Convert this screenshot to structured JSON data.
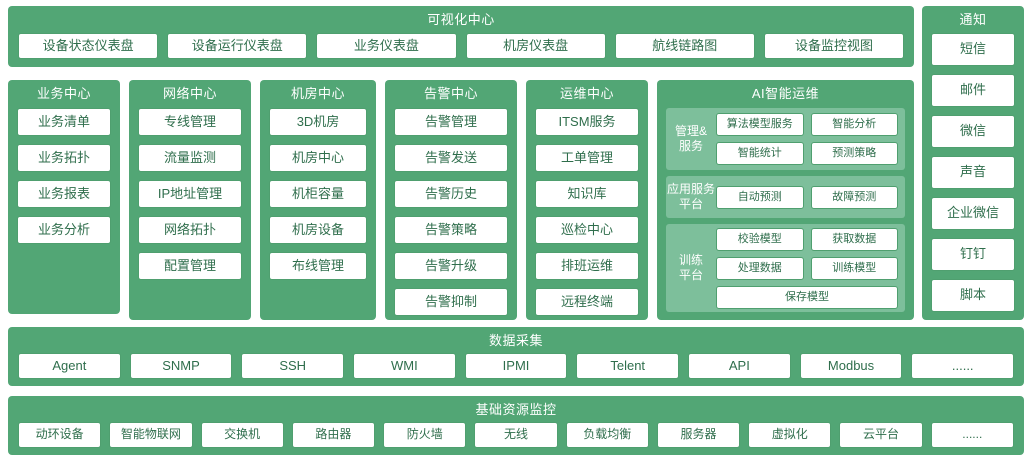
{
  "visualization_center": {
    "title": "可视化中心",
    "items": [
      "设备状态仪表盘",
      "设备运行仪表盘",
      "业务仪表盘",
      "机房仪表盘",
      "航线链路图",
      "设备监控视图"
    ]
  },
  "notification": {
    "title": "通知",
    "items": [
      "短信",
      "邮件",
      "微信",
      "声音",
      "企业微信",
      "钉钉",
      "脚本"
    ]
  },
  "centers": [
    {
      "title": "业务中心",
      "items": [
        "业务清单",
        "业务拓扑",
        "业务报表",
        "业务分析"
      ]
    },
    {
      "title": "网络中心",
      "items": [
        "专线管理",
        "流量监测",
        "IP地址管理",
        "网络拓扑",
        "配置管理"
      ]
    },
    {
      "title": "机房中心",
      "items": [
        "3D机房",
        "机房中心",
        "机柜容量",
        "机房设备",
        "布线管理"
      ]
    },
    {
      "title": "告警中心",
      "items": [
        "告警管理",
        "告警发送",
        "告警历史",
        "告警策略",
        "告警升级",
        "告警抑制"
      ]
    },
    {
      "title": "运维中心",
      "items": [
        "ITSM服务",
        "工单管理",
        "知识库",
        "巡检中心",
        "排班运维",
        "远程终端"
      ]
    }
  ],
  "ai": {
    "title": "AI智能运维",
    "groups": [
      {
        "label": "管理&\n服务",
        "rows": [
          [
            "算法模型服务",
            "智能分析"
          ],
          [
            "智能统计",
            "预测策略"
          ]
        ]
      },
      {
        "label": "应用服务\n平台",
        "rows": [
          [
            "自动预测",
            "故障预测"
          ]
        ]
      },
      {
        "label": "训练\n平台",
        "rows": [
          [
            "校验模型",
            "获取数据"
          ],
          [
            "处理数据",
            "训练模型"
          ],
          [
            "保存模型"
          ]
        ]
      }
    ]
  },
  "collection": {
    "title": "数据采集",
    "items": [
      "Agent",
      "SNMP",
      "SSH",
      "WMI",
      "IPMI",
      "Telent",
      "API",
      "Modbus",
      "......"
    ]
  },
  "base_resource": {
    "title": "基础资源监控",
    "items": [
      "动环设备",
      "智能物联网",
      "交换机",
      "路由器",
      "防火墙",
      "无线",
      "负载均衡",
      "服务器",
      "虚拟化",
      "云平台",
      "......"
    ]
  },
  "colors": {
    "panel_green": "#52a675",
    "group_green": "#7dbf9b",
    "chip_text": "#2f6e4c"
  }
}
